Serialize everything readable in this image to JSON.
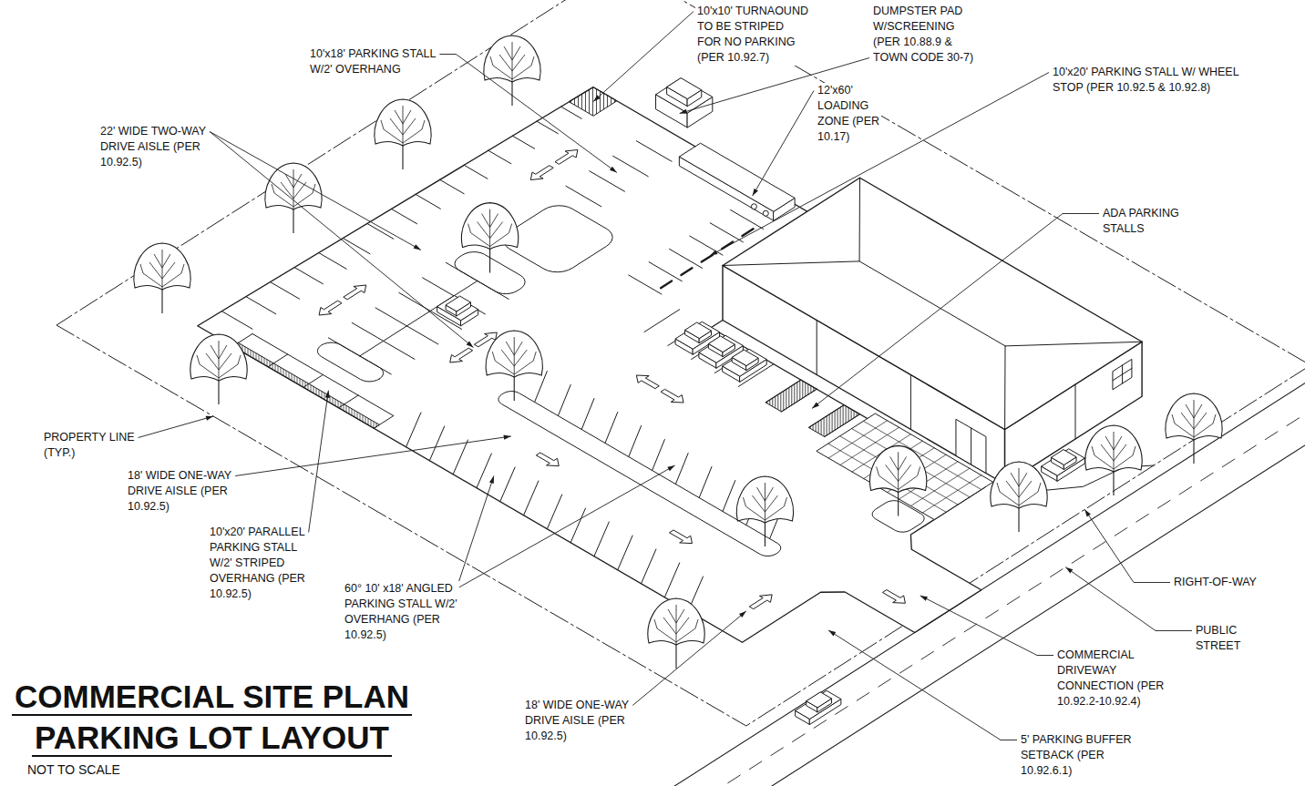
{
  "diagram": {
    "title": "COMMERCIAL SITE PLAN PARKING LOT LAYOUT",
    "caption": "NOT TO SCALE",
    "labels": [
      "10'x10' TURNAOUND TO BE STRIPED FOR NO PARKING (PER 10.92.7)",
      "DUMPSTER PAD W/SCREENING (PER 10.88.9 & TOWN CODE 30-7)",
      "10'x18' PARKING STALL W/2' OVERHANG",
      "12'x60' LOADING ZONE (PER 10.17)",
      "10'x20' PARKING STALL W/ WHEEL STOP (PER 10.92.5 & 10.92.8)",
      "22' WIDE TWO-WAY DRIVE AISLE (PER 10.92.5)",
      "ADA PARKING STALLS",
      "PROPERTY LINE (TYP.)",
      "18' WIDE ONE-WAY DRIVE AISLE (PER 10.92.5)",
      "10'x20' PARALLEL PARKING STALL W/2' STRIPED OVERHANG (PER 10.92.5)",
      "60° 10' x18' ANGLED PARKING STALL W/2' OVERHANG (PER 10.92.5)",
      "RIGHT-OF-WAY",
      "PUBLIC STREET",
      "COMMERCIAL DRIVEWAY CONNECTION (PER 10.92.2-10.92.4)",
      "18' WIDE ONE-WAY DRIVE AISLE (PER 10.92.5)",
      "5' PARKING BUFFER SETBACK (PER 10.92.6.1)"
    ]
  }
}
